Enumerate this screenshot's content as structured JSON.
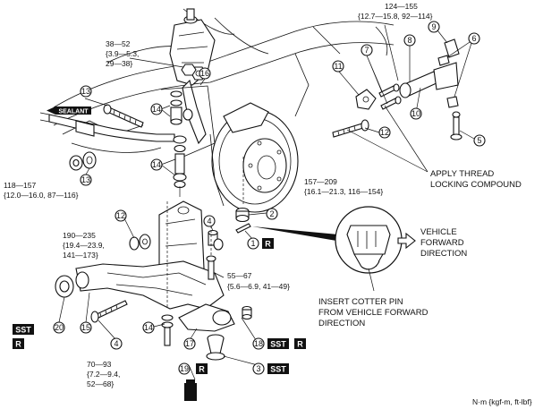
{
  "torques": {
    "t1": "124—155",
    "t1b": "{12.7—15.8, 92—114}",
    "t2a": "38—52",
    "t2b": "{3.9—5.3,",
    "t2c": "29—38}",
    "t3a": "118—157",
    "t3b": "{12.0—16.0, 87—116}",
    "t4a": "157—209",
    "t4b": "{16.1—21.3, 116—154}",
    "t5a": "190—235",
    "t5b": "{19.4—23.9,",
    "t5c": "141—173}",
    "t6a": "55—67",
    "t6b": "{5.6—6.9, 41—49}",
    "t7a": "70—93",
    "t7b": "{7.2—9.4,",
    "t7c": "52—68}"
  },
  "callouts": [
    "1",
    "2",
    "3",
    "4",
    "5",
    "6",
    "7",
    "8",
    "9",
    "10",
    "11",
    "12",
    "13",
    "14",
    "15",
    "16",
    "17",
    "18",
    "19",
    "20"
  ],
  "badges": {
    "sst": "SST",
    "r": "R"
  },
  "tags": {
    "sealant": "SEALANT"
  },
  "notes": {
    "thread1": "APPLY THREAD",
    "thread2": "LOCKING COMPOUND",
    "vehicle1": "VEHICLE",
    "vehicle2": "FORWARD",
    "vehicle3": "DIRECTION",
    "cotter1": "INSERT COTTER PIN",
    "cotter2": "FROM VEHICLE FORWARD",
    "cotter3": "DIRECTION"
  },
  "units": "N·m {kgf-m, ft-lbf}"
}
